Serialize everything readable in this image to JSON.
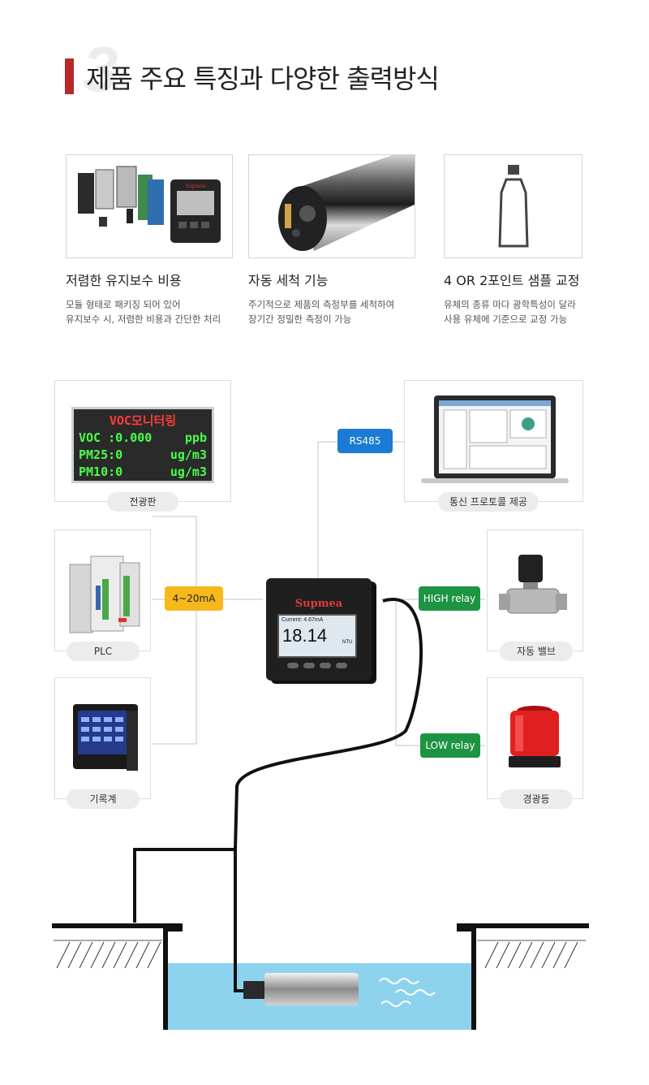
{
  "header": {
    "number": "3",
    "title": "제품 주요 특징과 다양한 출력방식"
  },
  "features": [
    {
      "title": "저렴한 유지보수 비용",
      "desc": "모듈 형태로 패키징 되어 있어\n유지보수 시, 저렴한 비용과 간단한 처리"
    },
    {
      "title": "자동 세척 기능",
      "desc": "주기적으로 제품의 측정부를 세척하여\n장기간 정밀한 측정이 가능"
    },
    {
      "title": "4 OR 2포인트 샘플 교정",
      "desc": "유체의 종류 마다 광학특성이 달라\n사용 유체에 기준으로 교정 가능"
    }
  ],
  "led_display": {
    "line1": "VOC모니터링",
    "rows": [
      {
        "label": "VOC :0.000",
        "unit": "ppb"
      },
      {
        "label": "PM25:0",
        "unit": "ug/m3"
      },
      {
        "label": "PM10:0",
        "unit": "ug/m3"
      }
    ]
  },
  "devices": {
    "display_board": "전광판",
    "plc": "PLC",
    "recorder": "기록계",
    "comm": "통신 프로토콜 제공",
    "valve": "자동 밸브",
    "alarm": "경광등"
  },
  "tags": {
    "rs485": "RS485",
    "analog": "4~20mA",
    "high_relay": "HIGH relay",
    "low_relay": "LOW relay"
  },
  "controller": {
    "brand": "Supmea",
    "current": "Current: 4.67mA",
    "reading": "18.14",
    "unit": "NTU"
  },
  "colors": {
    "accent_red": "#b72828",
    "rs485_blue": "#1a7bd4",
    "analog_yellow": "#f6b81a",
    "relay_green": "#1d9442",
    "water": "#8ed3ee"
  }
}
